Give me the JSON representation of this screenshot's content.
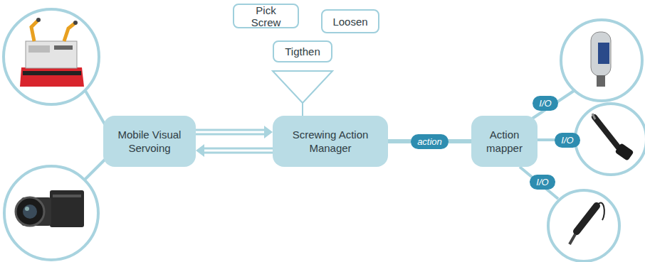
{
  "diagram": {
    "nodes": [
      {
        "text": [
          "Mobile Visual Servoing"
        ]
      },
      {
        "text": [
          "Screwing Action Manager"
        ]
      },
      {
        "text": [
          "Action mapper"
        ]
      },
      {
        "text": [
          "Pick Screw"
        ]
      },
      {
        "text": [
          "Loosen"
        ]
      },
      {
        "text": [
          "Tigthen"
        ]
      }
    ],
    "edges": [
      {
        "from": 0,
        "to": 1,
        "arrow": "to"
      },
      {
        "from": 1,
        "to": 0,
        "arrow": "to"
      },
      {
        "from": 1,
        "to": 2,
        "label": "action",
        "arrow": "none"
      }
    ],
    "labels": [
      "I/O",
      "I/O",
      "I/O"
    ]
  }
}
